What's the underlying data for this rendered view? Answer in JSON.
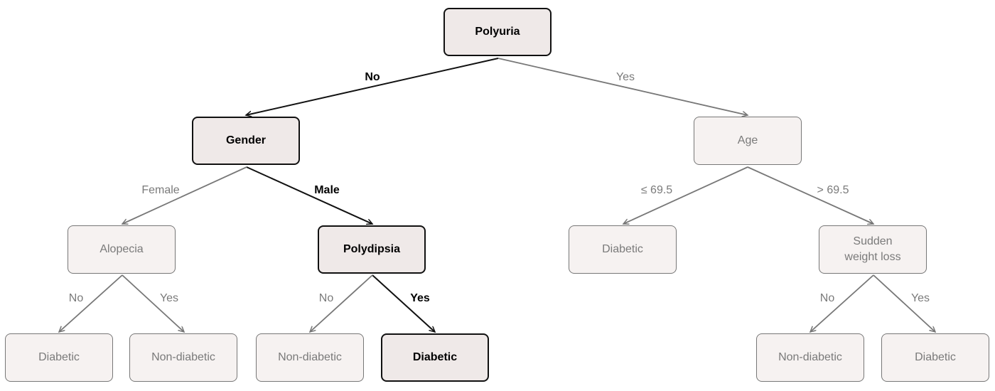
{
  "nodes": {
    "polyuria": "Polyuria",
    "gender": "Gender",
    "age": "Age",
    "alopecia": "Alopecia",
    "polydipsia": "Polydipsia",
    "age_le_leaf": "Diabetic",
    "sudden_weight_loss": "Sudden\nweight loss",
    "alopecia_no_leaf": "Diabetic",
    "alopecia_yes_leaf": "Non-diabetic",
    "polydipsia_no_leaf": "Non-diabetic",
    "polydipsia_yes_leaf": "Diabetic",
    "swl_no_leaf": "Non-diabetic",
    "swl_yes_leaf": "Diabetic"
  },
  "edges": {
    "polyuria_no": "No",
    "polyuria_yes": "Yes",
    "gender_female": "Female",
    "gender_male": "Male",
    "age_le": "≤ 69.5",
    "age_gt": "> 69.5",
    "alopecia_no": "No",
    "alopecia_yes": "Yes",
    "polydipsia_no": "No",
    "polydipsia_yes": "Yes",
    "swl_no": "No",
    "swl_yes": "Yes"
  }
}
